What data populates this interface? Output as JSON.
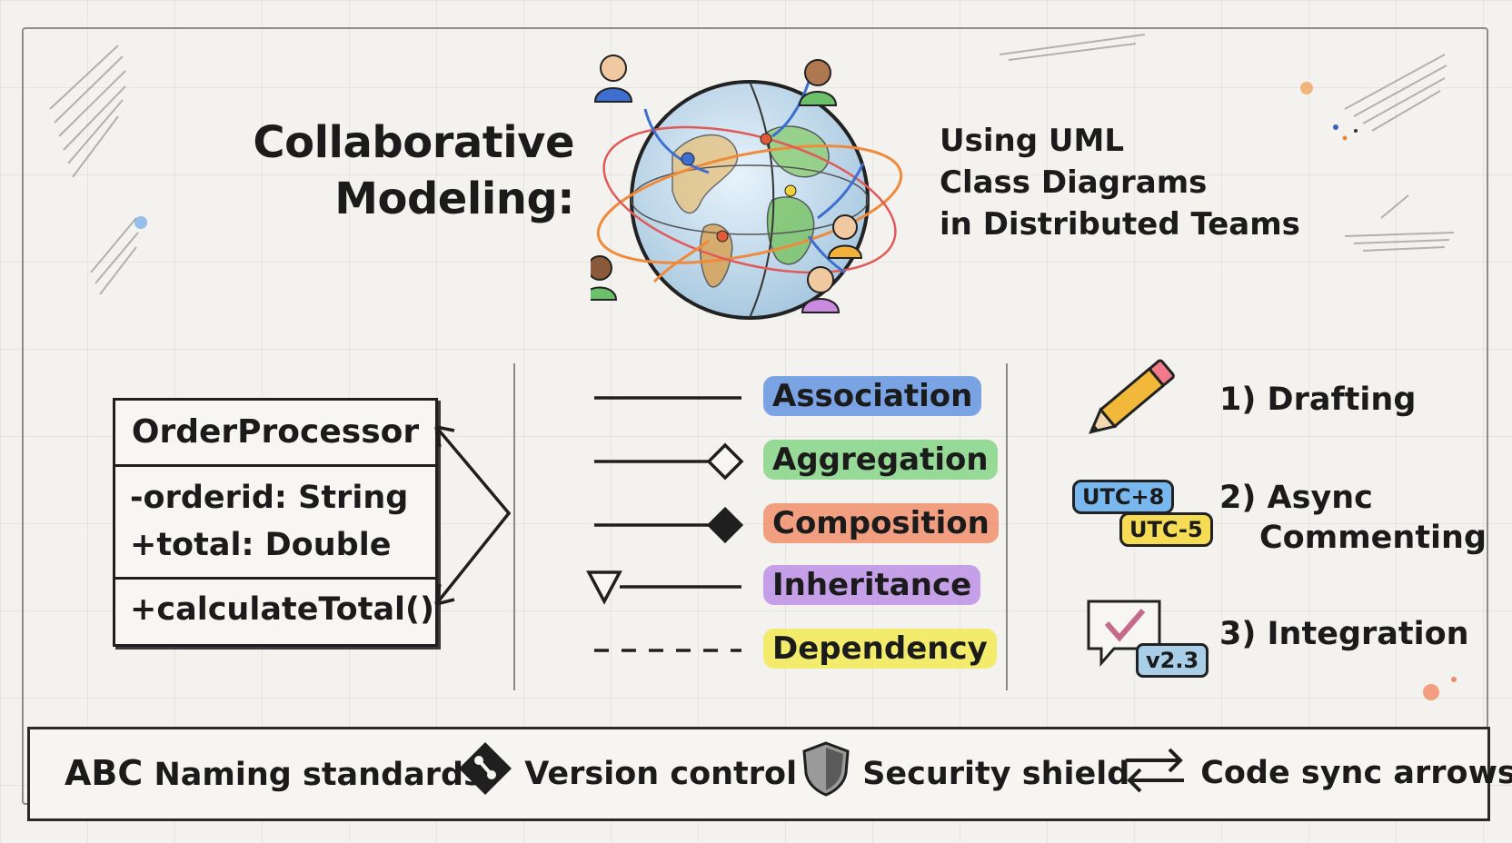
{
  "header": {
    "title_line1": "Collaborative",
    "title_line2": "Modeling:",
    "subtitle_line1": "Using UML",
    "subtitle_line2": "Class Diagrams",
    "subtitle_line3": "in Distributed Teams"
  },
  "uml_class": {
    "name": "OrderProcessor",
    "attributes": [
      "-orderid: String",
      "+total: Double"
    ],
    "methods": [
      "+calculateTotal()"
    ]
  },
  "relationships": [
    {
      "label": "Association",
      "highlight": "#5b8fe0"
    },
    {
      "label": "Aggregation",
      "highlight": "#7fd27f"
    },
    {
      "label": "Composition",
      "highlight": "#f08a64"
    },
    {
      "label": "Inheritance",
      "highlight": "#b98ae6"
    },
    {
      "label": "Dependency",
      "highlight": "#f2e84a"
    }
  ],
  "workflow": {
    "steps": [
      {
        "line1": "1) Drafting"
      },
      {
        "line1": "2) Async",
        "line2": "Commenting"
      },
      {
        "line1": "3) Integration"
      }
    ],
    "badges": {
      "tz1": "UTC+8",
      "tz2": "UTC-5",
      "version": "v2.3"
    }
  },
  "footer": {
    "items": [
      {
        "icon_text": "ABC",
        "label": "Naming standards",
        "icon": "abc-icon"
      },
      {
        "label": "Version control",
        "icon": "git-icon"
      },
      {
        "label": "Security shield",
        "icon": "shield-icon"
      },
      {
        "label": "Code sync arrows",
        "icon": "sync-arrows-icon"
      }
    ]
  }
}
